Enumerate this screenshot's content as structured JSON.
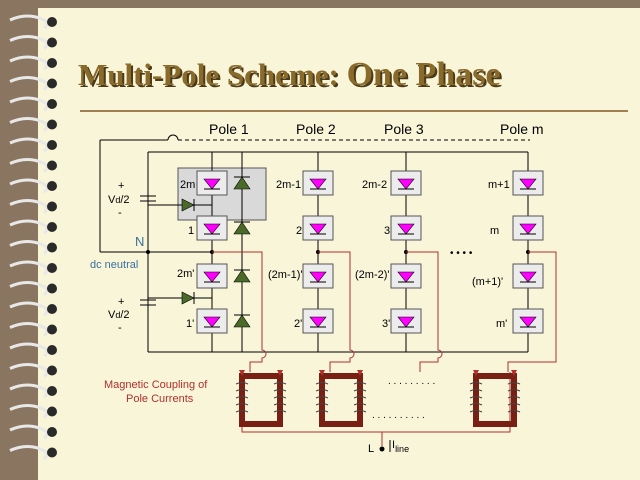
{
  "slide": {
    "title_part1": "Multi-Pole Scheme:",
    "title_part2": "One Phase"
  },
  "diagram": {
    "pole_headers": [
      "Pole 1",
      "Pole 2",
      "Pole 3",
      "Pole m"
    ],
    "upper_switch_labels": [
      "2m",
      "2m-1",
      "2m-2",
      "m+1"
    ],
    "mid_switch_labels": [
      "1",
      "2",
      "3",
      "m"
    ],
    "lower_switch_labels": [
      "2m'",
      "(2m-1)'",
      "(2m-2)'",
      "(m+1)'"
    ],
    "bottom_switch_labels": [
      "1'",
      "2'",
      "3'",
      "m'"
    ],
    "cap_plus": "+",
    "cap_minus": "-",
    "cap_value_prefix": "V",
    "cap_value_sub": "d",
    "cap_value_suffix": "/2",
    "neutral_label": "N",
    "neutral_caption": "dc neutral",
    "coupling_line1": "Magnetic Coupling of",
    "coupling_line2": "Pole Currents",
    "dots_top": ". . . .    . . . . .",
    "dots_bottom": ". . . . . . . .   . .",
    "dots_mid": "•  •  •  •",
    "load_label": "L",
    "current_label": "I",
    "current_sub": "line"
  },
  "colors": {
    "background_outer": "#8a7560",
    "slide_background": "#f8f5d9",
    "title_color": "#8a6a2a",
    "switch_color": "#ff00ff",
    "diode_color": "#4a6a2a",
    "coupling_text": "#b0302c",
    "neutral_text": "#3a6f9e",
    "core_color": "#7a1f14"
  },
  "icons": [
    "spiral-binding-icon",
    "igbt-switch-icon",
    "diode-icon",
    "capacitor-icon",
    "coupled-inductor-icon"
  ]
}
